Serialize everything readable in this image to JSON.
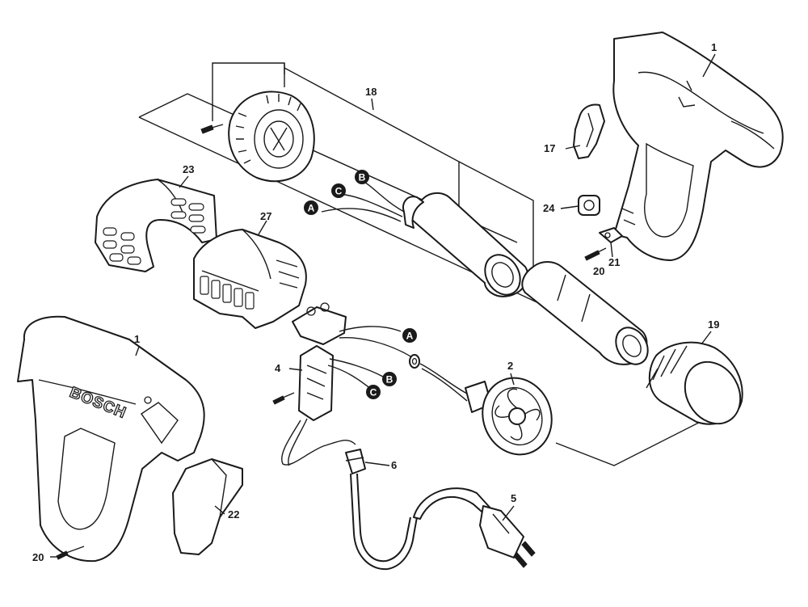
{
  "parts": [
    {
      "id": "housing-right",
      "label": "1"
    },
    {
      "id": "housing-left",
      "label": "1"
    },
    {
      "id": "switch-plate",
      "label": "2"
    },
    {
      "id": "switch",
      "label": "4"
    },
    {
      "id": "cord",
      "label": "5"
    },
    {
      "id": "cord-grommet",
      "label": "6"
    },
    {
      "id": "cap",
      "label": "17"
    },
    {
      "id": "heating-assembly",
      "label": "18"
    },
    {
      "id": "nozzle-cap",
      "label": "19"
    },
    {
      "id": "screw-right",
      "label": "20"
    },
    {
      "id": "screw-left",
      "label": "20"
    },
    {
      "id": "clamp",
      "label": "21"
    },
    {
      "id": "cover",
      "label": "22"
    },
    {
      "id": "vent-cover",
      "label": "23"
    },
    {
      "id": "bushing",
      "label": "24"
    },
    {
      "id": "air-guide",
      "label": "27"
    }
  ],
  "wire_markers": {
    "a_top": "A",
    "b_top": "B",
    "c_top": "C",
    "a_mid": "A",
    "b_mid": "B",
    "c_mid": "C"
  },
  "brand_text": "BOSCH"
}
